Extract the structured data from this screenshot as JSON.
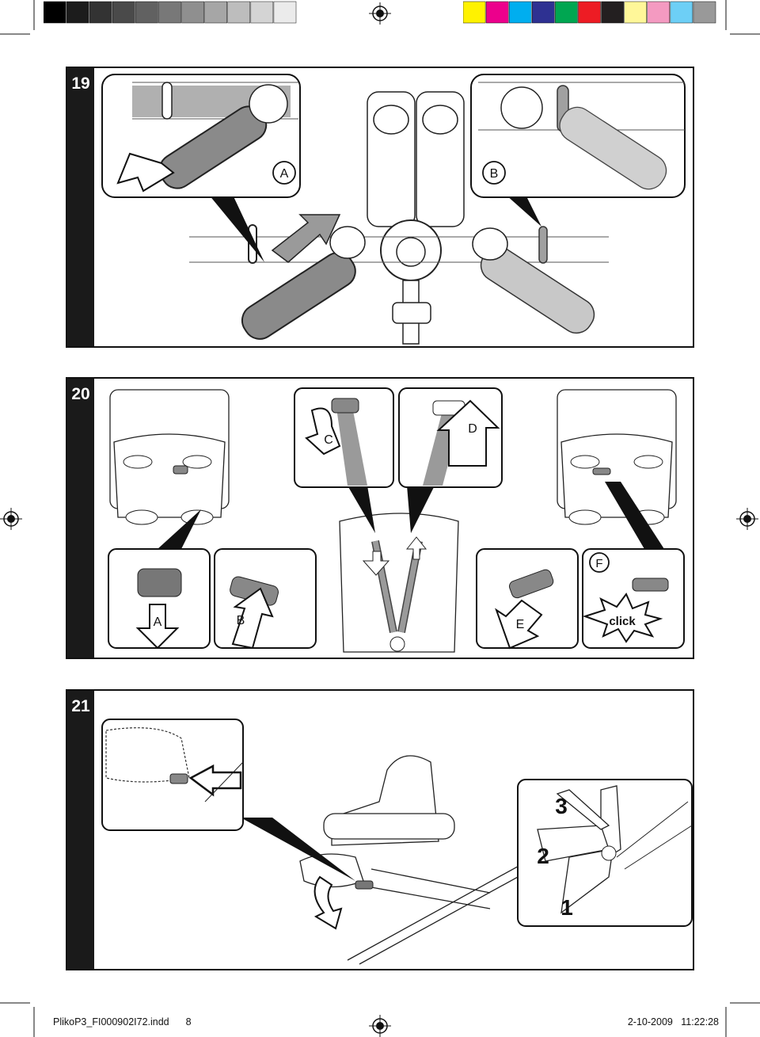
{
  "color_bar": {
    "grays": [
      "#000000",
      "#1c1c1c",
      "#333333",
      "#4a4a4a",
      "#616161",
      "#787878",
      "#8f8f8f",
      "#a6a6a6",
      "#bdbdbd",
      "#d4d4d4",
      "#ebebeb"
    ],
    "colors": [
      "#fff200",
      "#ec008c",
      "#00aeef",
      "#2e3192",
      "#00a651",
      "#ed1c24",
      "#231f20",
      "#fff799",
      "#f49ac1",
      "#6dcff6",
      "#999999"
    ]
  },
  "panels": {
    "p19": {
      "number": "19",
      "labels": {
        "a": "A",
        "b": "B"
      }
    },
    "p20": {
      "number": "20",
      "labels": {
        "a": "A",
        "b": "B",
        "c": "C",
        "d": "D",
        "e": "E",
        "f": "F",
        "click": "click"
      }
    },
    "p21": {
      "number": "21",
      "steps": {
        "s1": "1",
        "s2": "2",
        "s3": "3"
      }
    }
  },
  "footer": {
    "file": "PlikoP3_FI000902I72.indd",
    "page": "8",
    "datetime": "2-10-2009   11:22:28"
  },
  "icons": [
    "registration-mark-icon",
    "arrow-icon",
    "click-burst-icon"
  ]
}
